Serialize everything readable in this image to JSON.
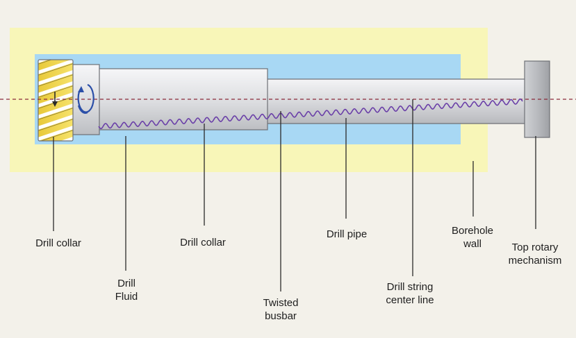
{
  "colors": {
    "background": "#f3f1ea",
    "borehole_wall": "#f8f6b8",
    "drill_fluid": "#a8d8f4",
    "pipe_body": "#dcdde0",
    "pipe_edge": "#6e7076",
    "collar_end": "#f0d84a",
    "rotary_block": "#b9bbbf",
    "center_line": "#8a2a3a",
    "busbar": "#6a3fa8",
    "rotation_arrow": "#2b4fa8",
    "leader_line": "#2a2a2a",
    "label_text": "#1e1e1e"
  },
  "icons": {
    "rotation": "circular-arrow-icon",
    "direction": "down-arrow-icon"
  },
  "labels": {
    "drill_collar_left": "Drill collar",
    "drill_fluid": [
      "Drill",
      "Fluid"
    ],
    "drill_collar_mid": "Drill collar",
    "twisted_busbar": [
      "Twisted",
      "busbar"
    ],
    "drill_pipe": "Drill pipe",
    "drill_string_center_line": [
      "Drill string",
      "center line"
    ],
    "borehole_wall": [
      "Borehole",
      "wall"
    ],
    "top_rotary_mechanism": [
      "Top rotary",
      "mechanism"
    ]
  }
}
